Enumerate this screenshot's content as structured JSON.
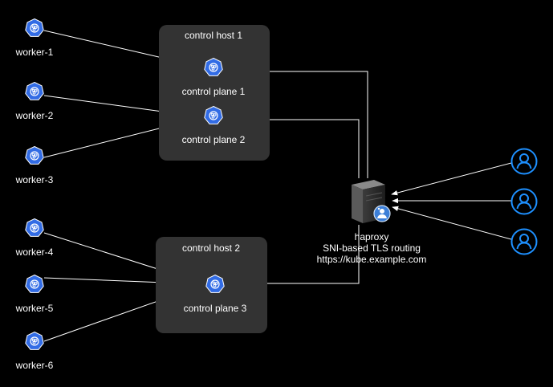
{
  "colors": {
    "background": "#000000",
    "group_fill": "#333333",
    "k8s_blue": "#326ce5",
    "user_blue": "#1e90ff",
    "line": "#ffffff",
    "text": "#ffffff"
  },
  "groups": [
    {
      "id": "control-host-1",
      "title": "control host 1"
    },
    {
      "id": "control-host-2",
      "title": "control host 2"
    }
  ],
  "control_planes": [
    {
      "id": "cp1",
      "label": "control plane 1",
      "icon": "kubernetes-icon"
    },
    {
      "id": "cp2",
      "label": "control plane 2",
      "icon": "kubernetes-icon"
    },
    {
      "id": "cp3",
      "label": "control plane 3",
      "icon": "kubernetes-icon"
    }
  ],
  "workers": [
    {
      "id": "w1",
      "label": "worker-1",
      "icon": "kubernetes-icon"
    },
    {
      "id": "w2",
      "label": "worker-2",
      "icon": "kubernetes-icon"
    },
    {
      "id": "w3",
      "label": "worker-3",
      "icon": "kubernetes-icon"
    },
    {
      "id": "w4",
      "label": "worker-4",
      "icon": "kubernetes-icon"
    },
    {
      "id": "w5",
      "label": "worker-5",
      "icon": "kubernetes-icon"
    },
    {
      "id": "w6",
      "label": "worker-6",
      "icon": "kubernetes-icon"
    }
  ],
  "proxy": {
    "icon": "server-icon",
    "lines": [
      "haproxy",
      "SNI-based TLS routing",
      "https://kube.example.com"
    ]
  },
  "users": [
    {
      "id": "u1",
      "icon": "user-icon"
    },
    {
      "id": "u2",
      "icon": "user-icon"
    },
    {
      "id": "u3",
      "icon": "user-icon"
    }
  ]
}
